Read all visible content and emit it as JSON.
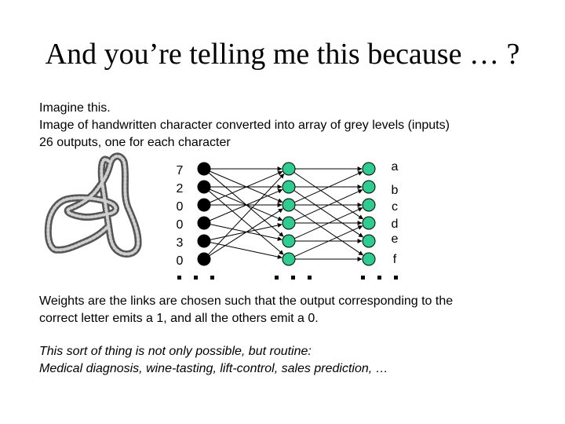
{
  "title": "And you’re telling me this because … ?",
  "intro": [
    "Imagine this.",
    "Image of handwritten character converted into array of grey levels (inputs)",
    "26 outputs, one for each character"
  ],
  "inputs": [
    "7",
    "2",
    "0",
    "0",
    "3",
    "0"
  ],
  "outputs": [
    "a",
    "b",
    "c",
    "d",
    "e",
    "f"
  ],
  "weights_text": [
    "Weights are the links are chosen such that the output corresponding to the",
    "correct letter emits a 1, and all the others emit a 0."
  ],
  "note": [
    "This sort of thing is not only possible, but routine:",
    "Medical diagnosis, wine-tasting, lift-control, sales prediction, …"
  ],
  "colors": {
    "input_node": "#000000",
    "hidden_node": "#2ecc91",
    "output_node": "#2ecc91"
  }
}
